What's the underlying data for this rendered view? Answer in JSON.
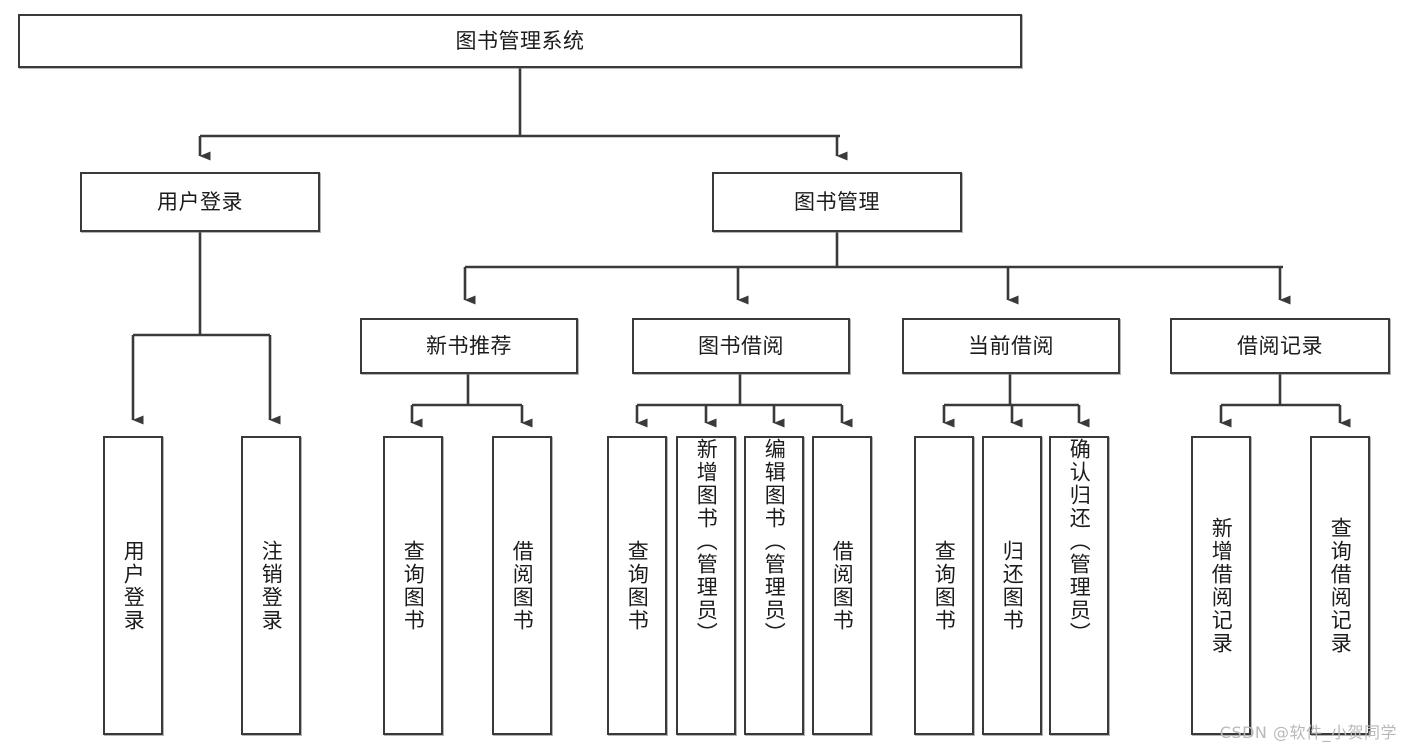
{
  "diagram": {
    "title": "图书管理系统",
    "type": "tree",
    "watermark": "CSDN @软件_小贺同学",
    "colors": {
      "border": "#3a3a3a",
      "text": "#1c1c1c",
      "background": "#ffffff",
      "edge": "#3a3a3a",
      "watermark": "#b9b9b9"
    },
    "nodes": {
      "root": {
        "label": "图书管理系统"
      },
      "level1": [
        {
          "id": "user-login",
          "label": "用户登录"
        },
        {
          "id": "book-manage",
          "label": "图书管理"
        }
      ],
      "level2": [
        {
          "id": "new-book-recommend",
          "label": "新书推荐"
        },
        {
          "id": "book-borrow",
          "label": "图书借阅"
        },
        {
          "id": "current-borrow",
          "label": "当前借阅"
        },
        {
          "id": "borrow-record",
          "label": "借阅记录"
        }
      ],
      "leaves": {
        "user_login": [
          {
            "id": "leaf-user-login",
            "label": "用户登录"
          },
          {
            "id": "leaf-logout",
            "label": "注销登录"
          }
        ],
        "new_book_recommend": [
          {
            "id": "leaf-query-book-1",
            "label": "查询图书"
          },
          {
            "id": "leaf-borrow-book-1",
            "label": "借阅图书"
          }
        ],
        "book_borrow": [
          {
            "id": "leaf-query-book-2",
            "label": "查询图书"
          },
          {
            "id": "leaf-add-book",
            "label": "新增图书（管理员）"
          },
          {
            "id": "leaf-edit-book",
            "label": "编辑图书（管理员）"
          },
          {
            "id": "leaf-borrow-book-2",
            "label": "借阅图书"
          }
        ],
        "current_borrow": [
          {
            "id": "leaf-query-book-3",
            "label": "查询图书"
          },
          {
            "id": "leaf-return-book",
            "label": "归还图书"
          },
          {
            "id": "leaf-confirm-return",
            "label": "确认归还（管理员）"
          }
        ],
        "borrow_record": [
          {
            "id": "leaf-add-record",
            "label": "新增借阅记录"
          },
          {
            "id": "leaf-query-record",
            "label": "查询借阅记录"
          }
        ]
      }
    }
  }
}
